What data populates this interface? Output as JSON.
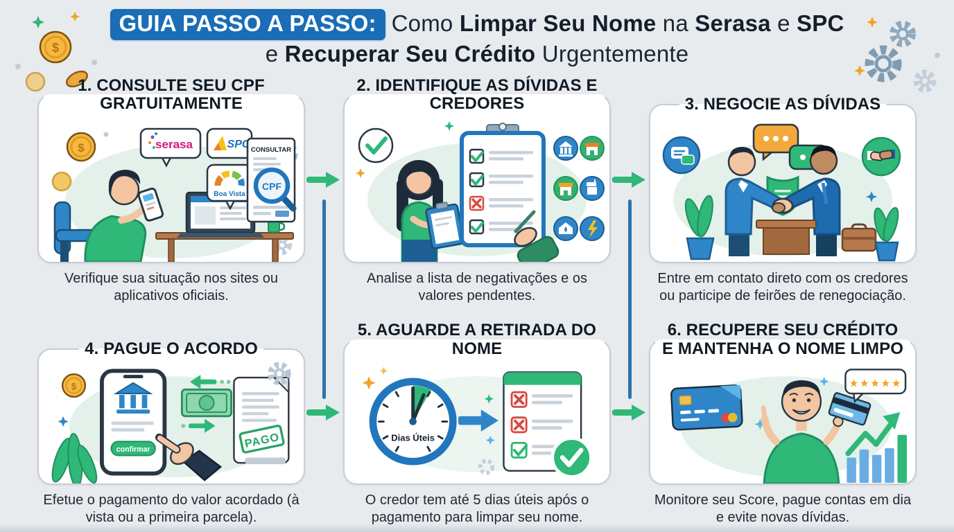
{
  "header": {
    "badge": "GUIA PASSO A PASSO:",
    "line1": {
      "t1": "Como ",
      "b1": "Limpar Seu Nome",
      "t2": " na ",
      "b2": "Serasa",
      "t3": " e ",
      "b3": "SPC"
    },
    "line2": {
      "t1": "e ",
      "b1": "Recuperar Seu Crédito",
      "t2": " Urgentemente"
    }
  },
  "steps": [
    {
      "heading": "1. CONSULTE SEU CPF GRATUITAMENTE",
      "caption": "Verifique sua situação nos sites ou aplicativos oficiais.",
      "labels": {
        "serasa": "serasa",
        "spc": "SPC",
        "boa_vista": "Boa Vista",
        "consultar": "CONSULTAR",
        "cpf": "CPF"
      }
    },
    {
      "heading": "2. IDENTIFIQUE AS DÍVIDAS E CREDORES",
      "caption": "Analise a lista de negativações e os valores pendentes."
    },
    {
      "heading": "3. NEGOCIE AS DÍVIDAS",
      "caption": "Entre em contato direto com os credores ou participe de feirões de renegociação."
    },
    {
      "heading": "4. PAGUE O ACORDO",
      "caption": "Efetue o pagamento do valor acordado (à vista ou a primeira parcela).",
      "labels": {
        "confirmar": "confirmar",
        "pago": "PAGO"
      }
    },
    {
      "heading": "5. AGUARDE A RETIRADA DO NOME",
      "caption": "O credor tem até 5 dias úteis após o pagamento para limpar seu nome.",
      "labels": {
        "dias_uteis": "Dias Úteis"
      }
    },
    {
      "heading": "6. RECUPERE SEU CRÉDITO E MANTENHA O NOME LIMPO",
      "caption": "Monitore seu Score, pague contas em dia e evite novas dívidas.",
      "labels": {
        "stars": "★★★★★"
      }
    }
  ],
  "decor": {
    "dollar": "$"
  },
  "colors": {
    "background": "#e8ebee",
    "accent_green": "#2fb877",
    "accent_blue": "#1a6db6",
    "connector_blue": "#2e74ad",
    "title_navy": "#141f2b",
    "serasa_pink": "#d6177e",
    "spc_blue": "#1d6fb8",
    "alert_red": "#d84b40",
    "star_orange": "#f0a420"
  }
}
